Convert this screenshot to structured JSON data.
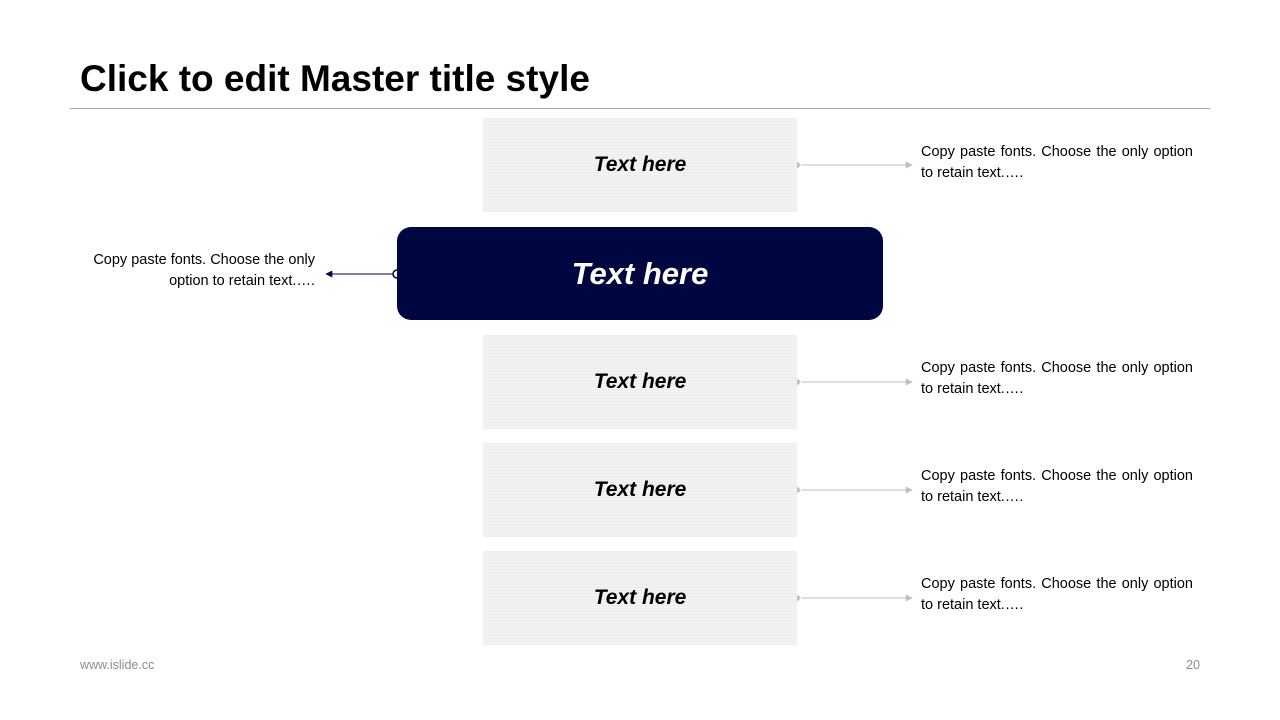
{
  "slide": {
    "title": "Click to edit Master title style",
    "main_label": "Text here",
    "main_description": "Copy paste fonts. Choose the only option to retain text.….",
    "items": [
      {
        "label": "Text here",
        "description": "Copy paste fonts. Choose the only option to retain text.…."
      },
      {
        "label": "Text here",
        "description": "Copy paste fonts. Choose the only option to retain text.…."
      },
      {
        "label": "Text here",
        "description": "Copy paste fonts. Choose the only option to retain text.…."
      },
      {
        "label": "Text here",
        "description": "Copy paste fonts. Choose the only option to retain text.…."
      }
    ]
  },
  "footer": {
    "website": "www.islide.cc",
    "page_number": "20"
  },
  "colors": {
    "accent": "#000640",
    "box_fill": "#f2f2f2",
    "connector": "#bfbfbf",
    "rule": "#a6a6a6"
  }
}
